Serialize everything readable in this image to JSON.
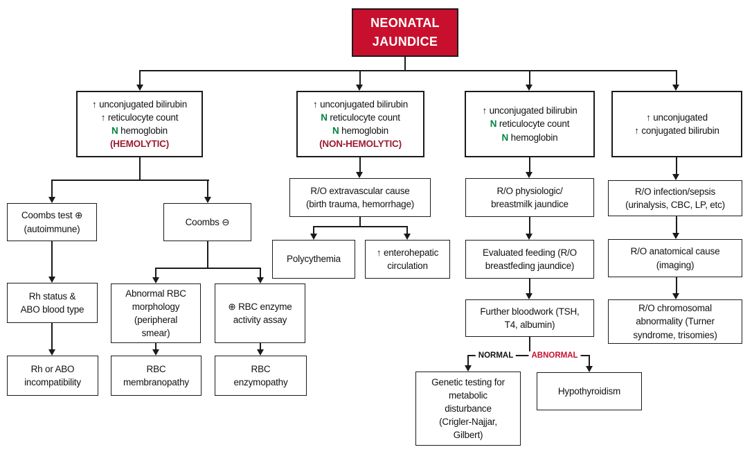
{
  "colors": {
    "title_bg": "#C8102E",
    "maroon": "#9E1B32",
    "green": "#00843D",
    "abnormal_red": "#C8102E"
  },
  "title": {
    "line1": "NEONATAL",
    "line2": "JAUNDICE"
  },
  "labels": {
    "normal": "NORMAL",
    "abnormal": "ABNORMAL"
  },
  "boxes": {
    "hemolytic": {
      "l1": "↑ unconjugated bilirubin",
      "l2": "↑ reticulocyte count",
      "l3n": "N",
      "l3": " hemoglobin",
      "l4": "(HEMOLYTIC)"
    },
    "nonhemolytic": {
      "l1": "↑ unconjugated bilirubin",
      "l2n": "N",
      "l2": " reticulocyte count",
      "l3n": "N",
      "l3": " hemoglobin",
      "l4": "(NON-HEMOLYTIC)"
    },
    "physiologic_findings": {
      "l1": "↑ unconjugated bilirubin",
      "l2n": "N",
      "l2": " reticulocyte count",
      "l3n": "N",
      "l3": " hemoglobin"
    },
    "conjugated": {
      "l1": "↑ unconjugated",
      "l2": "↑ conjugated bilirubin"
    },
    "coombs_pos": {
      "l1": "Coombs test ⊕",
      "l2": "(autoimmune)"
    },
    "coombs_neg": {
      "l1": "Coombs ⊖"
    },
    "rh_status": {
      "l1": "Rh status &",
      "l2": "ABO blood type"
    },
    "rh_abo": {
      "l1": "Rh or ABO",
      "l2": "incompatibility"
    },
    "morphology": {
      "l1": "Abnormal RBC",
      "l2": "morphology",
      "l3": "(peripheral",
      "l4": "smear)"
    },
    "membranopathy": {
      "l1": "RBC",
      "l2": "membranopathy"
    },
    "enzyme": {
      "l1": "⊕ RBC enzyme",
      "l2": "activity assay"
    },
    "enzymopathy": {
      "l1": "RBC",
      "l2": "enzymopathy"
    },
    "extravascular": {
      "l1": "R/O extravascular cause",
      "l2": "(birth trauma, hemorrhage)"
    },
    "polycythemia": {
      "l1": "Polycythemia"
    },
    "enterohepatic": {
      "l1": "↑ enterohepatic",
      "l2": "circulation"
    },
    "physiologic": {
      "l1": "R/O physiologic/",
      "l2": "breastmilk jaundice"
    },
    "feeding": {
      "l1": "Evaluated feeding (R/O",
      "l2": "breastfeding jaundice)"
    },
    "bloodwork": {
      "l1": "Further bloodwork (TSH,",
      "l2": "T4, albumin)"
    },
    "genetic": {
      "l1": "Genetic testing for",
      "l2": "metabolic",
      "l3": "disturbance",
      "l4": "(Crigler-Najjar,",
      "l5": "Gilbert)"
    },
    "hypothyroidism": {
      "l1": "Hypothyroidism"
    },
    "infection": {
      "l1": "R/O infection/sepsis",
      "l2": "(urinalysis, CBC, LP, etc)"
    },
    "anatomical": {
      "l1": "R/O anatomical cause",
      "l2": "(imaging)"
    },
    "chromosomal": {
      "l1": "R/O chromosomal",
      "l2": "abnormality (Turner",
      "l3": "syndrome, trisomies)"
    }
  }
}
